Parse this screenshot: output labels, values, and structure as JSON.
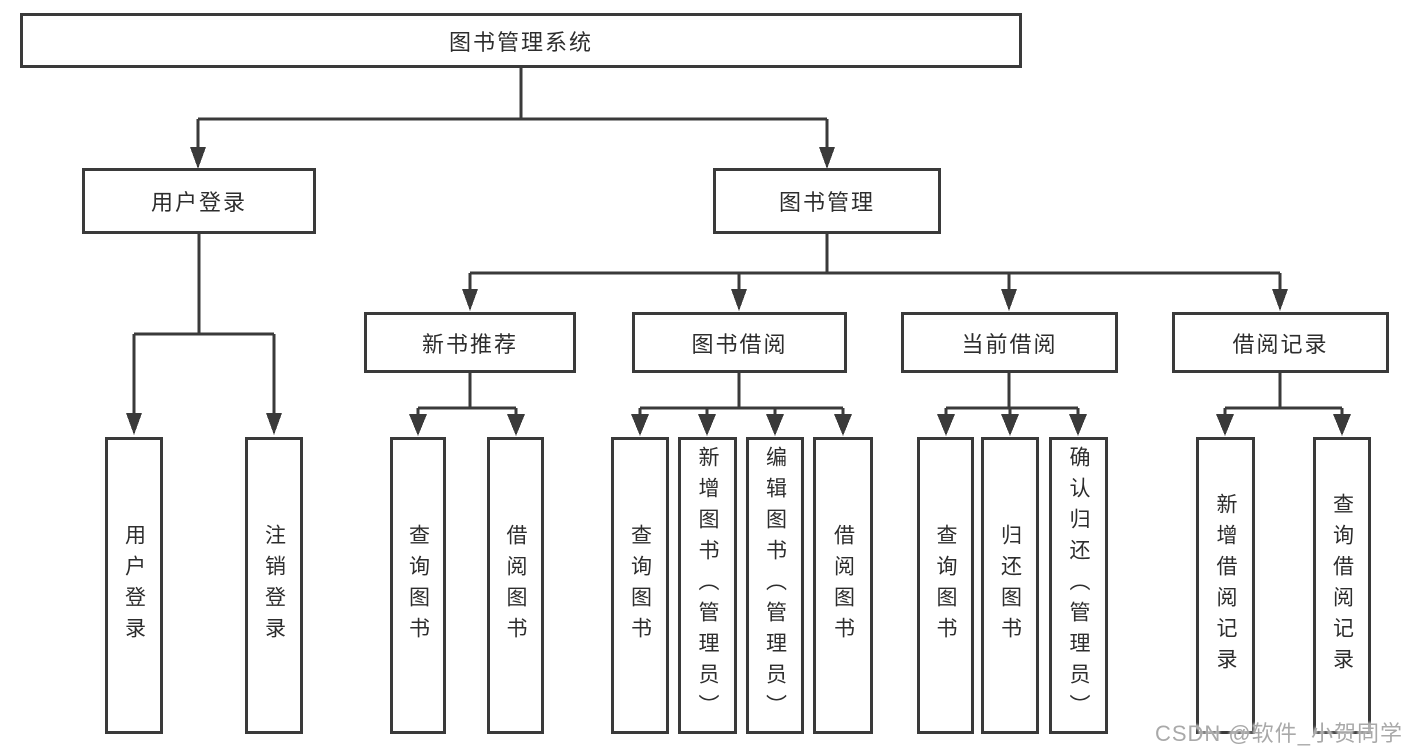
{
  "diagram": {
    "root": {
      "label": "图书管理系统"
    },
    "branches": [
      {
        "label": "用户登录",
        "children": [
          {
            "label": "用户登录"
          },
          {
            "label": "注销登录"
          }
        ]
      },
      {
        "label": "图书管理",
        "children": [
          {
            "label": "新书推荐",
            "children": [
              {
                "label": "查询图书"
              },
              {
                "label": "借阅图书"
              }
            ]
          },
          {
            "label": "图书借阅",
            "children": [
              {
                "label": "查询图书"
              },
              {
                "label": "新增图书（管理员）"
              },
              {
                "label": "编辑图书（管理员）"
              },
              {
                "label": "借阅图书"
              }
            ]
          },
          {
            "label": "当前借阅",
            "children": [
              {
                "label": "查询图书"
              },
              {
                "label": "归还图书"
              },
              {
                "label": "确认归还（管理员）"
              }
            ]
          },
          {
            "label": "借阅记录",
            "children": [
              {
                "label": "新增借阅记录"
              },
              {
                "label": "查询借阅记录"
              }
            ]
          }
        ]
      }
    ]
  },
  "watermark": {
    "text": "CSDN @软件_小贺同学"
  },
  "colors": {
    "line": "#3a3a3a",
    "text": "#2d2d2d",
    "box-bg": "#ffffff",
    "canvas-bg": "#ffffff",
    "watermark": "#a9a9a9"
  }
}
